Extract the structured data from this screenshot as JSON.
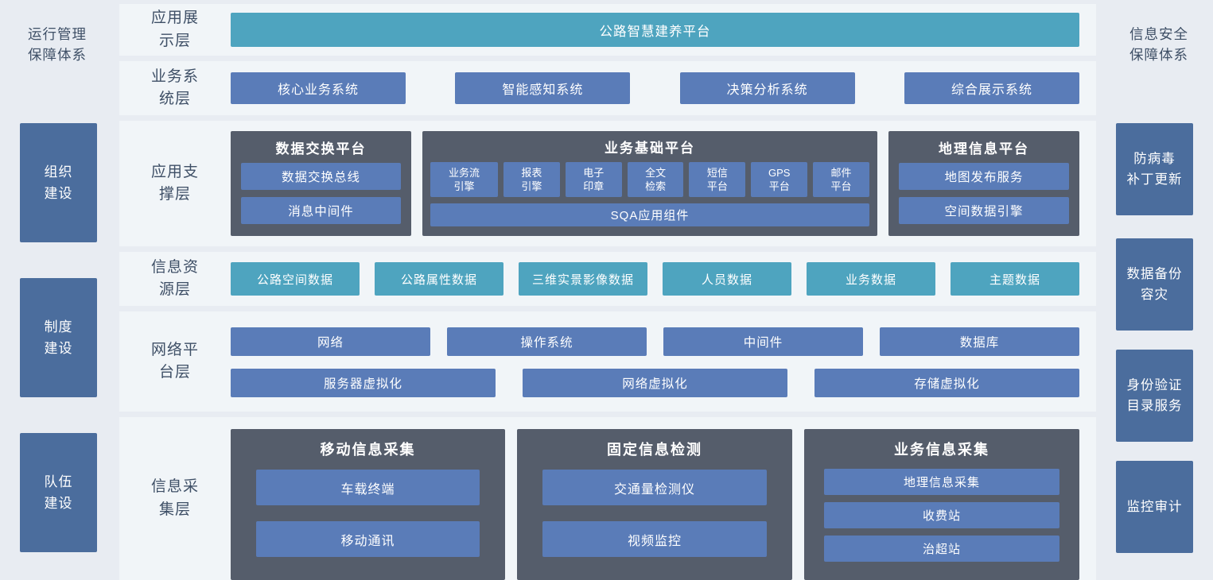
{
  "colors": {
    "page_bg": "#e8ecf2",
    "row_bg": "#f1f5f8",
    "teal": "#4ea4bf",
    "blue": "#5a7cb8",
    "dark_panel": "#555d6b",
    "side_box": "#4b6d9d",
    "label_text": "#3e4f66"
  },
  "left_panel": {
    "title": "运行管理\n保障体系",
    "items": [
      "组织\n建设",
      "制度\n建设",
      "队伍\n建设"
    ]
  },
  "right_panel": {
    "title": "信息安全\n保障体系",
    "items": [
      "防病毒\n补丁更新",
      "数据备份\n容灾",
      "身份验证\n目录服务",
      "监控审计"
    ]
  },
  "layers": {
    "display": {
      "label": "应用展\n示层",
      "platform": "公路智慧建养平台"
    },
    "business": {
      "label": "业务系\n统层",
      "items": [
        "核心业务系统",
        "智能感知系统",
        "决策分析系统",
        "综合展示系统"
      ]
    },
    "support": {
      "label": "应用支\n撑层",
      "data_exchange": {
        "title": "数据交换平台",
        "items": [
          "数据交换总线",
          "消息中间件"
        ]
      },
      "business_base": {
        "title": "业务基础平台",
        "items": [
          "业务流\n引擎",
          "报表\n引擎",
          "电子\n印章",
          "全文\n检索",
          "短信\n平台",
          "GPS\n平台",
          "邮件\n平台"
        ],
        "footer": "SQA应用组件"
      },
      "gis": {
        "title": "地理信息平台",
        "items": [
          "地图发布服务",
          "空间数据引擎"
        ]
      }
    },
    "resource": {
      "label": "信息资\n源层",
      "items": [
        "公路空间数据",
        "公路属性数据",
        "三维实景影像数据",
        "人员数据",
        "业务数据",
        "主题数据"
      ]
    },
    "network": {
      "label": "网络平\n台层",
      "row1": [
        "网络",
        "操作系统",
        "中间件",
        "数据库"
      ],
      "row2": [
        "服务器虚拟化",
        "网络虚拟化",
        "存储虚拟化"
      ]
    },
    "collection": {
      "label": "信息采\n集层",
      "mobile": {
        "title": "移动信息采集",
        "items": [
          "车载终端",
          "移动通讯"
        ]
      },
      "fixed": {
        "title": "固定信息检测",
        "items": [
          "交通量检测仪",
          "视频监控"
        ]
      },
      "business": {
        "title": "业务信息采集",
        "items": [
          "地理信息采集",
          "收费站",
          "治超站"
        ]
      }
    }
  }
}
